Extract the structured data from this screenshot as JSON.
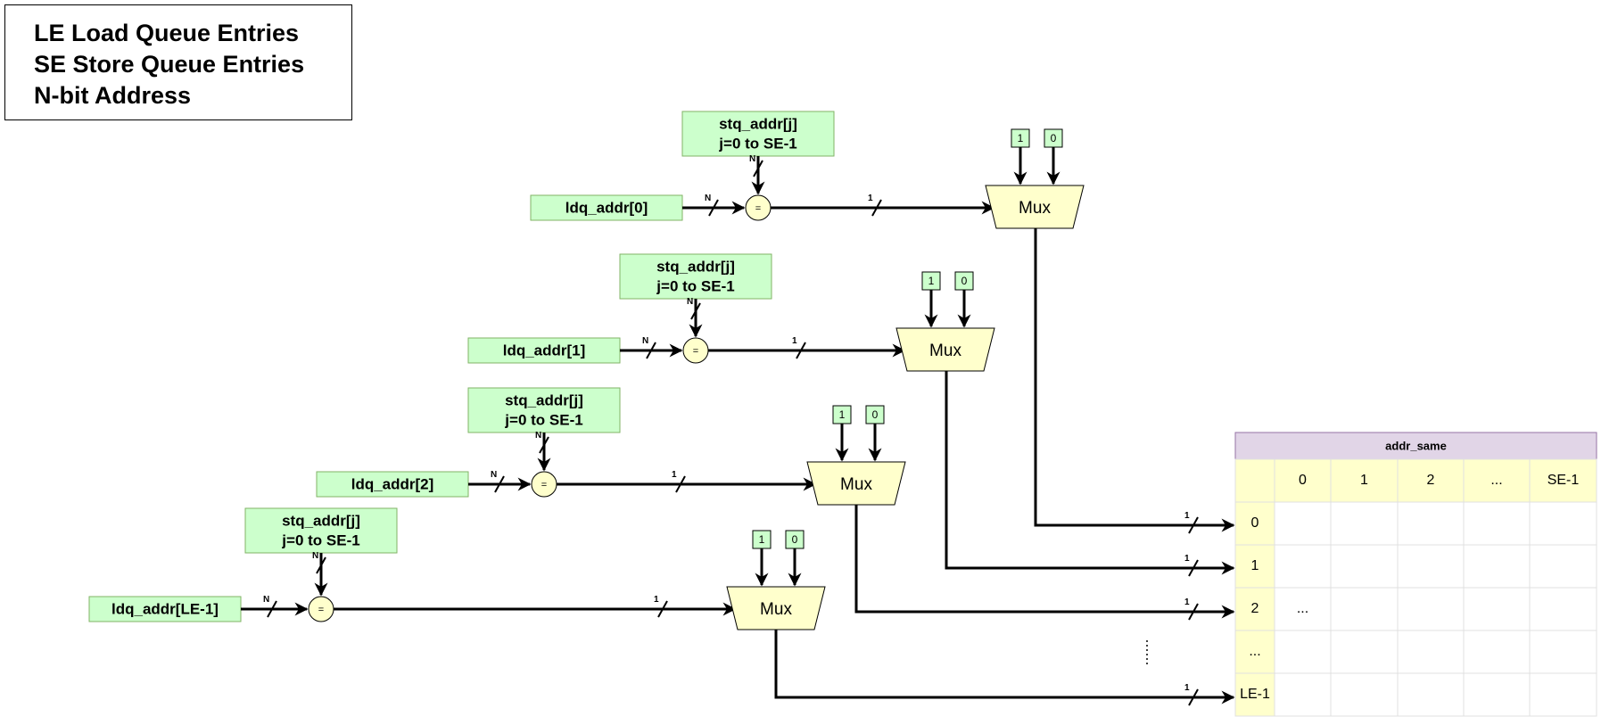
{
  "legend": {
    "lines": [
      "LE Load Queue Entries",
      "SE Store Queue Entries",
      "N-bit Address"
    ]
  },
  "rows": [
    {
      "ldq": "ldq_addr[0]",
      "stq_line1": "stq_addr[j]",
      "stq_line2": "j=0 to SE-1",
      "bus_in": "N",
      "stq_bus": "N",
      "cmp": "=",
      "bus_out": "1",
      "mux": "Mux",
      "mux_in1": "1",
      "mux_in0": "0",
      "bus_tbl": "1"
    },
    {
      "ldq": "ldq_addr[1]",
      "stq_line1": "stq_addr[j]",
      "stq_line2": "j=0 to SE-1",
      "bus_in": "N",
      "stq_bus": "N",
      "cmp": "=",
      "bus_out": "1",
      "mux": "Mux",
      "mux_in1": "1",
      "mux_in0": "0",
      "bus_tbl": "1"
    },
    {
      "ldq": "ldq_addr[2]",
      "stq_line1": "stq_addr[j]",
      "stq_line2": "j=0 to SE-1",
      "bus_in": "N",
      "stq_bus": "N",
      "cmp": "=",
      "bus_out": "1",
      "mux": "Mux",
      "mux_in1": "1",
      "mux_in0": "0",
      "bus_tbl": "1"
    },
    {
      "ldq": "ldq_addr[LE-1]",
      "stq_line1": "stq_addr[j]",
      "stq_line2": "j=0 to SE-1",
      "bus_in": "N",
      "stq_bus": "N",
      "cmp": "=",
      "bus_out": "1",
      "mux": "Mux",
      "mux_in1": "1",
      "mux_in0": "0",
      "bus_tbl": "1"
    }
  ],
  "table": {
    "title": "addr_same",
    "columns": [
      "0",
      "1",
      "2",
      "...",
      "SE-1"
    ],
    "rows": [
      "0",
      "1",
      "2",
      "...",
      "LE-1"
    ],
    "cell_row2_col0": "..."
  },
  "colors": {
    "green_fill": "#ccffcc",
    "green_stroke": "#82b366",
    "yellow_fill": "#ffffcc",
    "yellow_stroke": "#d6b656",
    "purple_fill": "#e1d5e7",
    "purple_stroke": "#9673a6",
    "grid": "#e0e0e0",
    "line": "#000000"
  }
}
